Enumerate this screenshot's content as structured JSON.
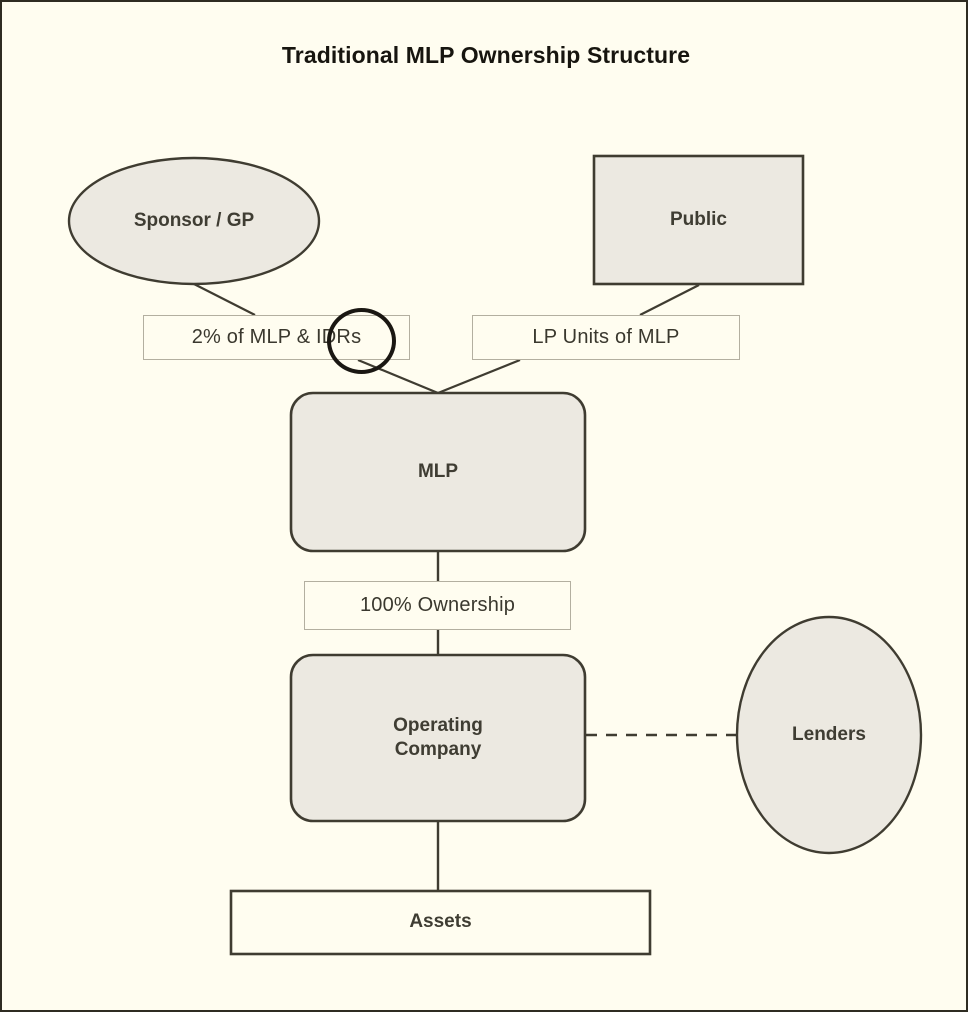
{
  "diagram": {
    "title": "Traditional MLP Ownership Structure",
    "background_color": "#fffdf0",
    "node_fill_color": "#ece9e1",
    "node_stroke_color": "#3f3c31",
    "text_color": "#3f3d33",
    "label_box_border_color": "#b3afa0",
    "highlight_color": "#1a1712"
  },
  "nodes": {
    "sponsor_gp": {
      "label": "Sponsor / GP",
      "shape": "ellipse"
    },
    "public": {
      "label": "Public",
      "shape": "rectangle"
    },
    "mlp": {
      "label": "MLP",
      "shape": "rounded-rectangle"
    },
    "operating_company": {
      "label": "Operating\nCompany",
      "line1": "Operating",
      "line2": "Company",
      "shape": "rounded-rectangle"
    },
    "lenders": {
      "label": "Lenders",
      "shape": "ellipse"
    },
    "assets": {
      "label": "Assets",
      "shape": "rectangle"
    }
  },
  "edge_labels": {
    "gp_interest": {
      "text": "2% of MLP & IDRs",
      "highlighted_term": "IDRs"
    },
    "lp_units": {
      "text": "LP Units of MLP"
    },
    "ownership": {
      "text": "100% Ownership"
    }
  },
  "connections": [
    {
      "from": "sponsor_gp",
      "to": "mlp",
      "label": "2% of MLP & IDRs",
      "style": "solid"
    },
    {
      "from": "public",
      "to": "mlp",
      "label": "LP Units of MLP",
      "style": "solid"
    },
    {
      "from": "mlp",
      "to": "operating_company",
      "label": "100% Ownership",
      "style": "solid"
    },
    {
      "from": "operating_company",
      "to": "lenders",
      "label": "",
      "style": "dashed"
    },
    {
      "from": "operating_company",
      "to": "assets",
      "label": "",
      "style": "solid"
    }
  ],
  "annotations": {
    "idrs_circle": {
      "target": "IDRs",
      "shape": "hand-drawn-circle"
    }
  }
}
